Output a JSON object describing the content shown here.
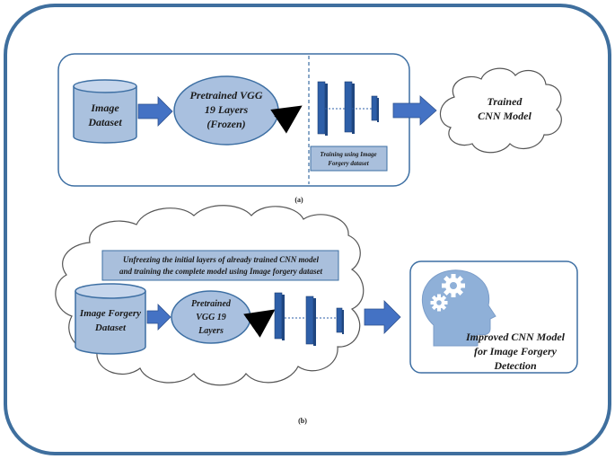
{
  "colors": {
    "outer_border": "#3f6f9e",
    "box_border": "#3d6fa3",
    "cylinder_fill": "#aac1de",
    "cylinder_stroke": "#3d6fa3",
    "ellipse_fill": "#a9c0df",
    "arrow_fill": "#4472c4",
    "layer_fill": "#2e5fa8",
    "banner_fill": "#a9bfdc",
    "cloud_stroke": "#555555",
    "head_fill": "#8fb0d8",
    "gear_fill": "#ffffff"
  },
  "panel_a": {
    "dataset_label_1": "Image",
    "dataset_label_2": "Dataset",
    "vgg_label_1": "Pretrained VGG",
    "vgg_label_2": "19 Layers",
    "vgg_label_3": "(Frozen)",
    "training_label_1": "Training using Image",
    "training_label_2": "Forgery dataset",
    "trained_label_1": "Trained",
    "trained_label_2": "CNN  Model",
    "caption": "(a)"
  },
  "panel_b": {
    "banner_line_1": "Unfreezing the initial layers of already trained CNN model",
    "banner_line_2": "and training the complete model using Image forgery dataset",
    "dataset_label_1": "Image Forgery",
    "dataset_label_2": "Dataset",
    "vgg_label_1": "Pretrained",
    "vgg_label_2": "VGG 19",
    "vgg_label_3": "Layers",
    "result_label_1": "Improved CNN Model",
    "result_label_2": "for Image Forgery",
    "result_label_3": "Detection",
    "caption": "(b)"
  }
}
